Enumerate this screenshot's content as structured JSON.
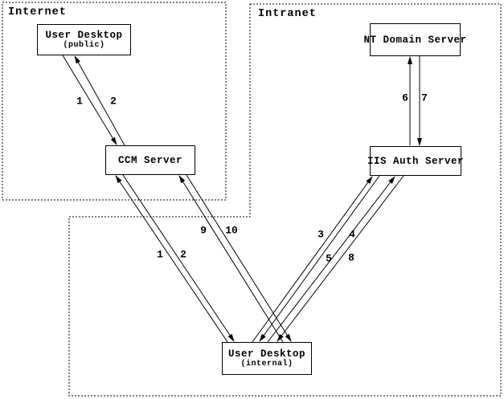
{
  "diagram": {
    "colors": {
      "line": "#000000",
      "background": "#ffffff"
    },
    "regions": {
      "internet": {
        "label": "Internet"
      },
      "intranet": {
        "label": "Intranet"
      }
    },
    "nodes": {
      "user_desktop_public": {
        "title": "User Desktop",
        "subtitle": "(public)"
      },
      "ccm_server": {
        "title": "CCM Server"
      },
      "nt_domain_server": {
        "title": "NT Domain Server"
      },
      "iis_auth_server": {
        "title": "IIS Auth Server"
      },
      "user_desktop_internal": {
        "title": "User Desktop",
        "subtitle": "(internal)"
      }
    },
    "edges": [
      {
        "label": "1",
        "from": "user-desktop-public",
        "to": "ccm-server"
      },
      {
        "label": "2",
        "from": "ccm-server",
        "to": "user-desktop-public"
      },
      {
        "label": "6",
        "from": "iis-auth-server",
        "to": "nt-domain-server"
      },
      {
        "label": "7",
        "from": "nt-domain-server",
        "to": "iis-auth-server"
      },
      {
        "label": "1",
        "from": "user-desktop-internal",
        "to": "ccm-server"
      },
      {
        "label": "2",
        "from": "ccm-server",
        "to": "user-desktop-internal"
      },
      {
        "label": "9",
        "from": "user-desktop-internal",
        "to": "ccm-server"
      },
      {
        "label": "10",
        "from": "ccm-server",
        "to": "user-desktop-internal"
      },
      {
        "label": "3",
        "from": "user-desktop-internal",
        "to": "iis-auth-server"
      },
      {
        "label": "4",
        "from": "iis-auth-server",
        "to": "user-desktop-internal"
      },
      {
        "label": "5",
        "from": "user-desktop-internal",
        "to": "iis-auth-server"
      },
      {
        "label": "8",
        "from": "iis-auth-server",
        "to": "user-desktop-internal"
      }
    ]
  }
}
